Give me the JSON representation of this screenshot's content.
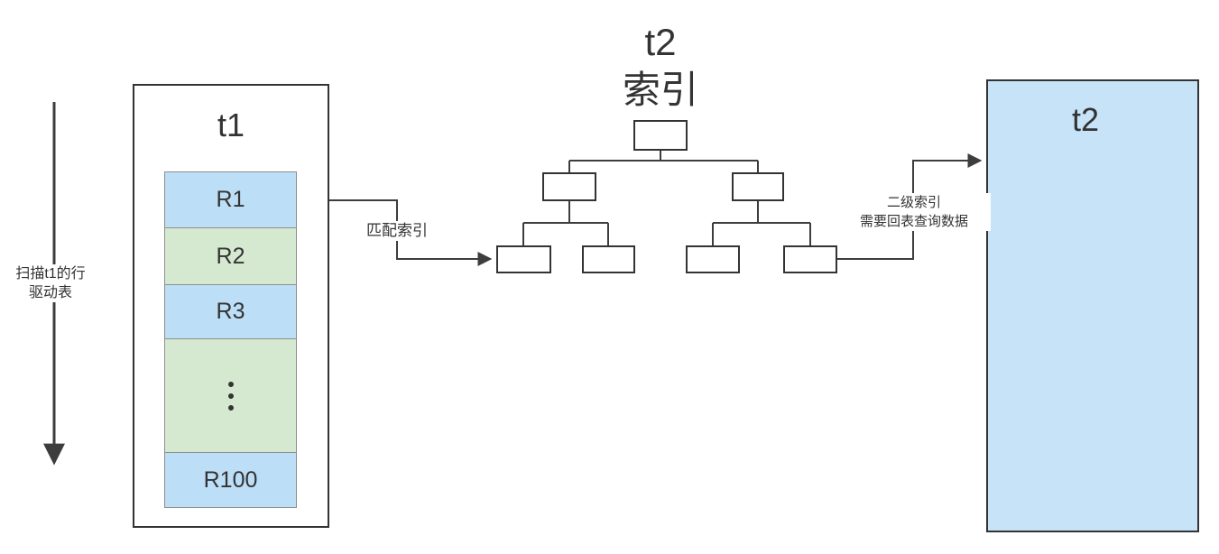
{
  "annotations": {
    "scan": {
      "line1": "扫描t1的行",
      "line2": "驱动表"
    },
    "match_index": "匹配索引",
    "secondary_index": {
      "line1": "二级索引",
      "line2": "需要回表查询数据"
    }
  },
  "t1": {
    "title": "t1",
    "rows": [
      {
        "label": "R1",
        "color": "blue"
      },
      {
        "label": "R2",
        "color": "green"
      },
      {
        "label": "R3",
        "color": "blue"
      },
      {
        "label": "⋮",
        "color": "green"
      },
      {
        "label": "R100",
        "color": "blue"
      }
    ]
  },
  "index_tree": {
    "title": {
      "line1": "t2",
      "line2": "索引"
    },
    "structure": "binary tree: 1 root, 2 internal nodes, 4 leaf nodes, all empty boxes"
  },
  "t2": {
    "title": "t2"
  },
  "colors": {
    "row_blue": "#bcdef6",
    "row_green": "#d5e9d1",
    "t2_fill": "#c7e3f8",
    "line": "#3d3d3d",
    "box_border": "#333333",
    "row_border": "#8f8f8f"
  }
}
